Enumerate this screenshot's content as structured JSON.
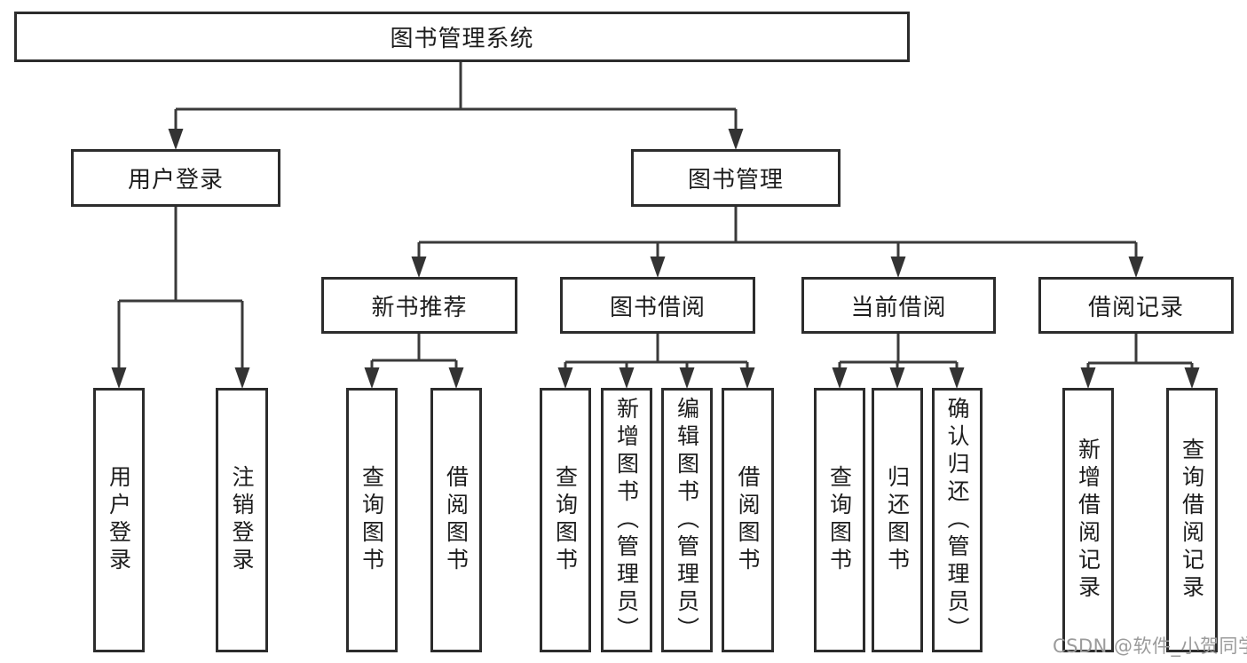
{
  "diagram_type": "function-structure-tree",
  "tree": {
    "root": {
      "label": "图书管理系统",
      "children": [
        {
          "label": "用户登录",
          "children": [
            {
              "label": "用户登录"
            },
            {
              "label": "注销登录"
            }
          ]
        },
        {
          "label": "图书管理",
          "children": [
            {
              "label": "新书推荐",
              "children": [
                {
                  "label": "查询图书"
                },
                {
                  "label": "借阅图书"
                }
              ]
            },
            {
              "label": "图书借阅",
              "children": [
                {
                  "label": "查询图书"
                },
                {
                  "label": "新增图书（管理员）"
                },
                {
                  "label": "编辑图书（管理员）"
                },
                {
                  "label": "借阅图书"
                }
              ]
            },
            {
              "label": "当前借阅",
              "children": [
                {
                  "label": "查询图书"
                },
                {
                  "label": "归还图书"
                },
                {
                  "label": "确认归还（管理员）"
                }
              ]
            },
            {
              "label": "借阅记录",
              "children": [
                {
                  "label": "新增借阅记录"
                },
                {
                  "label": "查询借阅记录"
                }
              ]
            }
          ]
        }
      ]
    }
  },
  "watermark": {
    "text": "CSDN @软件_小贺同学"
  },
  "colors": {
    "box_border": "#2c2c2c",
    "connector_line": "#3a3a3a",
    "text": "#1d1d1d",
    "watermark_text": "#9b9b9b",
    "background": "#ffffff"
  }
}
